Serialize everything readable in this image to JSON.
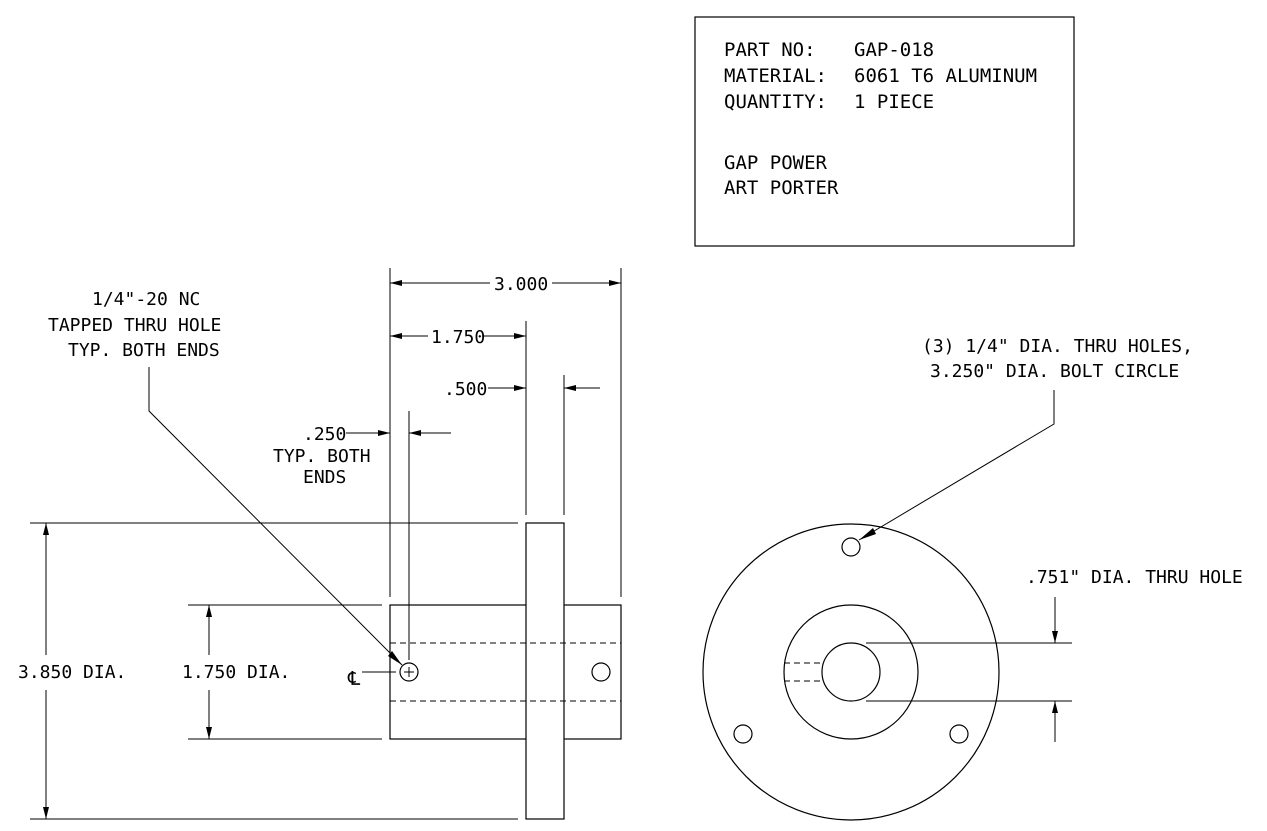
{
  "title_block": {
    "part_no_label": "PART NO:",
    "part_no_value": "GAP-018",
    "material_label": "MATERIAL:",
    "material_value": "6061 T6 ALUMINUM",
    "quantity_label": "QUANTITY:",
    "quantity_value": "1 PIECE",
    "company": "GAP POWER",
    "drawn_by": "ART PORTER"
  },
  "side_view": {
    "dim_overall_length": "3.000",
    "dim_hub_length": "1.750",
    "dim_flange_thickness": ".500",
    "dim_tap_offset": ".250",
    "dim_tap_offset_note_1": "TYP. BOTH",
    "dim_tap_offset_note_2": "ENDS",
    "tap_note_1": "1/4\"-20 NC",
    "tap_note_2": "TAPPED THRU HOLE",
    "tap_note_3": "TYP. BOTH ENDS",
    "dim_flange_dia": "3.850 DIA.",
    "dim_hub_dia": "1.750 DIA.",
    "centerline_symbol": "℄"
  },
  "end_view": {
    "hole_note_1": "(3) 1/4\" DIA. THRU HOLES,",
    "hole_note_2": "3.250\" DIA. BOLT CIRCLE",
    "bore_note": ".751\" DIA. THRU HOLE"
  }
}
